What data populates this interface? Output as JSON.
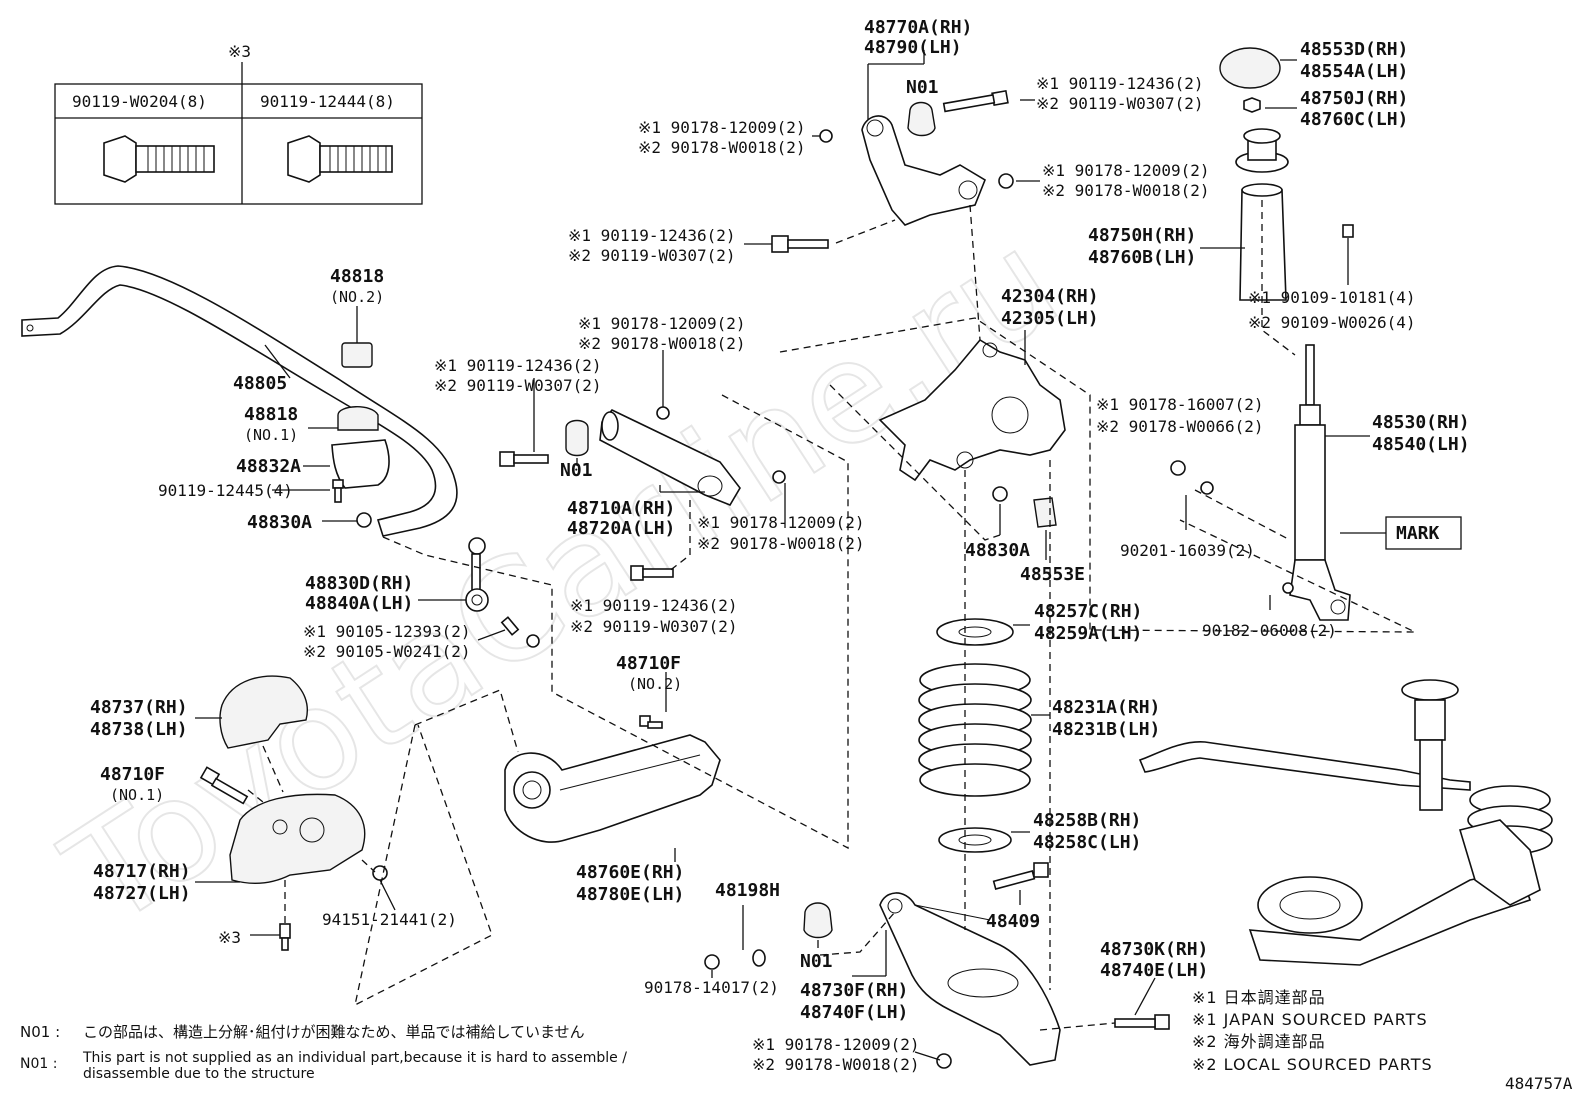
{
  "watermark": "ToyotaCarline.ru",
  "diagram_id": "484757A",
  "inset": {
    "title": "※3",
    "col1": "90119-W0204(8)",
    "col2": "90119-12444(8)"
  },
  "labels": {
    "l48818_no2": "48818",
    "l48818_no2_sub": "(NO.2)",
    "l48805": "48805",
    "l48818_no1": "48818",
    "l48818_no1_sub": "(NO.1)",
    "l48832A": "48832A",
    "l90119_12445": "90119-12445(4)",
    "l48830A_left": "48830A",
    "l48830D_rh": "48830D(RH)",
    "l48840A_lh": "48840A(LH)",
    "l90105_a": "※1 90105-12393(2)",
    "l90105_b": "※2 90105-W0241(2)",
    "l48737": "48737(RH)",
    "l48738": "48738(LH)",
    "l48710F_no1": "48710F",
    "l48710F_no1_sub": "(NO.1)",
    "l48717": "48717(RH)",
    "l48727": "48727(LH)",
    "l94151": "94151-21441(2)",
    "l_ref3": "※3",
    "l90119_mid_a": "※1 90119-12436(2)",
    "l90119_mid_b": "※2 90119-W0307(2)",
    "l90178_mid_a": "※1 90178-12009(2)",
    "l90178_mid_b": "※2 90178-W0018(2)",
    "l_n01_mid": "N01",
    "l48710A": "48710A(RH)",
    "l48720A": "48720A(LH)",
    "l90178_mid2_a": "※1 90178-12009(2)",
    "l90178_mid2_b": "※2 90178-W0018(2)",
    "l90119_mid2_a": "※1 90119-12436(2)",
    "l90119_mid2_b": "※2 90119-W0307(2)",
    "l48710F_no2": "48710F",
    "l48710F_no2_sub": "(NO.2)",
    "l48760E": "48760E(RH)",
    "l48780E": "48780E(LH)",
    "l48770A": "48770A(RH)",
    "l48790": "48790(LH)",
    "l_n01_top": "N01",
    "l90178_top_a": "※1 90178-12009(2)",
    "l90178_top_b": "※2 90178-W0018(2)",
    "l90119_top_a": "※1 90119-12436(2)",
    "l90119_top_b": "※2 90119-W0307(2)",
    "l90119_topr_a": "※1 90119-12436(2)",
    "l90119_topr_b": "※2 90119-W0307(2)",
    "l90178_topr_a": "※1 90178-12009(2)",
    "l90178_topr_b": "※2 90178-W0018(2)",
    "l42304": "42304(RH)",
    "l42305": "42305(LH)",
    "l90178_knuckle_a": "※1 90178-16007(2)",
    "l90178_knuckle_b": "※2 90178-W0066(2)",
    "l48830A_mid": "48830A",
    "l48553E": "48553E",
    "l48553D": "48553D(RH)",
    "l48554A": "48554A(LH)",
    "l48750J": "48750J(RH)",
    "l48760C": "48760C(LH)",
    "l48750H": "48750H(RH)",
    "l48760B": "48760B(LH)",
    "l90109_a": "※1 90109-10181(4)",
    "l90109_b": "※2 90109-W0026(4)",
    "l48530": "48530(RH)",
    "l48540": "48540(LH)",
    "l_mark": "MARK",
    "l90201": "90201-16039(2)",
    "l90182": "90182-06008(2)",
    "l48257C": "48257C(RH)",
    "l48259A": "48259A(LH)",
    "l48231A": "48231A(RH)",
    "l48231B": "48231B(LH)",
    "l48258B": "48258B(RH)",
    "l48258C": "48258C(LH)",
    "l48409": "48409",
    "l48198H": "48198H",
    "l_n01_bot": "N01",
    "l90178_14017": "90178-14017(2)",
    "l48730F": "48730F(RH)",
    "l48740F": "48740F(LH)",
    "l90178_bot_a": "※1 90178-12009(2)",
    "l90178_bot_b": "※2 90178-W0018(2)",
    "l48730K": "48730K(RH)",
    "l48740E": "48740E(LH)"
  },
  "legend": {
    "a": "※1 日本調達部品",
    "b": "※1 JAPAN SOURCED PARTS",
    "c": "※2 海外調達部品",
    "d": "※2 LOCAL SOURCED PARTS"
  },
  "notes": {
    "n1_key": "N01 :",
    "n1_text": "この部品は、構造上分解･組付けが困難なため、単品では補給していません",
    "n2_key": "N01 :",
    "n2_text1": "This part is not supplied as an individual part,because it is hard to assemble /",
    "n2_text2": "disassemble due to the structure"
  }
}
